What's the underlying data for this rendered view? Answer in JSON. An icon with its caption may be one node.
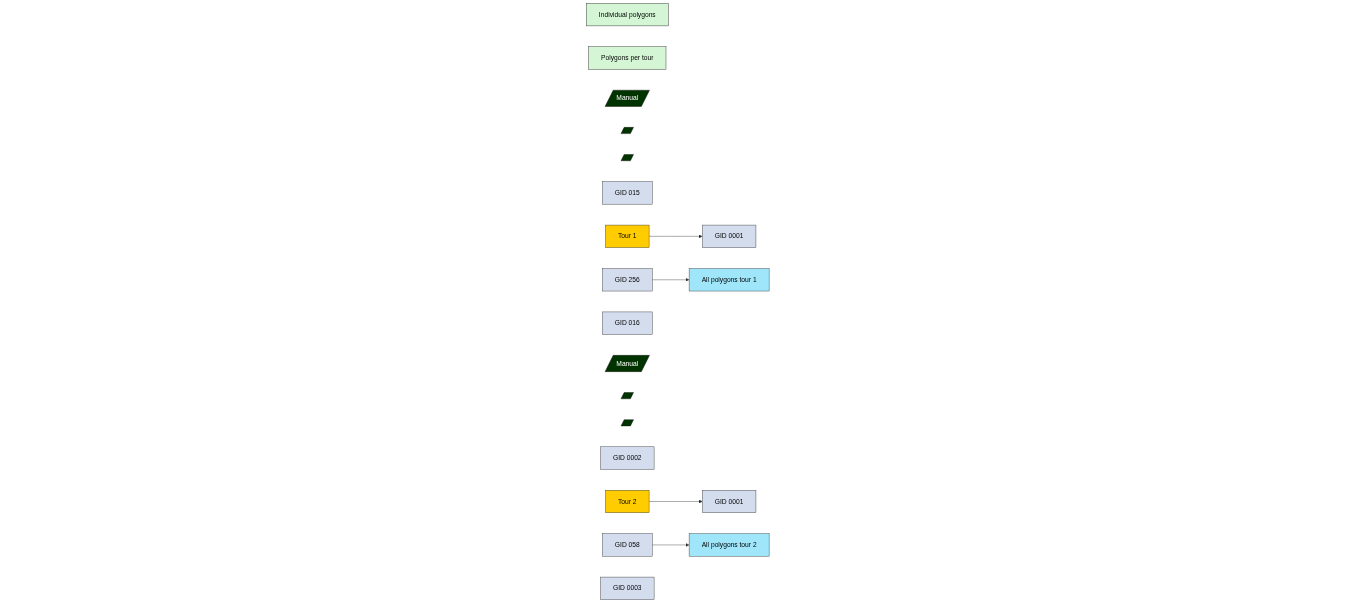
{
  "diagram": {
    "nodes": [
      {
        "text": [
          "Individual polygons"
        ]
      },
      {
        "text": [
          "Polygons per tour"
        ]
      },
      {
        "text": [
          "Manual"
        ]
      },
      {
        "text": [],
        "shape": "parallelogram"
      },
      {
        "text": [],
        "shape": "parallelogram"
      },
      {
        "text": [
          "GID 015"
        ]
      },
      {
        "text": [
          "Tour 1"
        ]
      },
      {
        "text": [
          "GID 0001"
        ]
      },
      {
        "text": [
          "GID 256"
        ]
      },
      {
        "text": [
          "All polygons tour 1"
        ]
      },
      {
        "text": [
          "GID 016"
        ]
      },
      {
        "text": [
          "Manual"
        ]
      },
      {
        "text": [],
        "shape": "parallelogram"
      },
      {
        "text": [],
        "shape": "parallelogram"
      },
      {
        "text": [
          "GID 0002"
        ]
      },
      {
        "text": [
          "Tour 2"
        ]
      },
      {
        "text": [
          "GID 0001"
        ]
      },
      {
        "text": [
          "GID 058"
        ]
      },
      {
        "text": [
          "All polygons tour 2"
        ]
      },
      {
        "text": [
          "GID 0003"
        ]
      }
    ],
    "edges": [
      {
        "from": 6,
        "to": 7,
        "arrow": "to"
      },
      {
        "from": 8,
        "to": 9,
        "arrow": "to"
      },
      {
        "from": 15,
        "to": 16,
        "arrow": "to"
      },
      {
        "from": 17,
        "to": 18,
        "arrow": "to"
      }
    ]
  }
}
